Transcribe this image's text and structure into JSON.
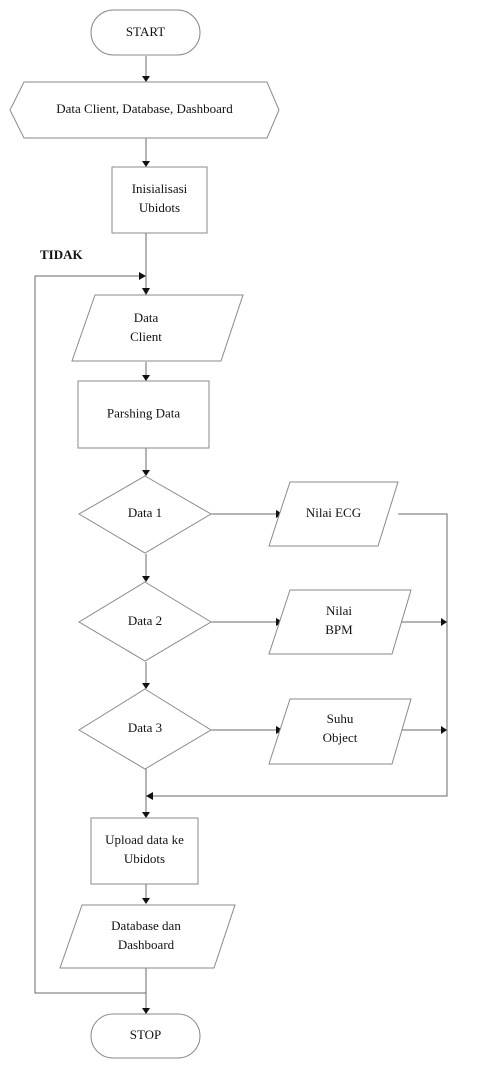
{
  "nodes": {
    "start": "START",
    "init_data": "Data Client, Database, Dashboard",
    "ubidots_init": [
      "Inisialisasi",
      "Ubidots"
    ],
    "data_client": [
      "Data",
      "Client"
    ],
    "parsing": "Parshing Data",
    "data1": "Data 1",
    "data2": "Data 2",
    "data3": "Data 3",
    "out_ecg": "Nilai ECG",
    "out_bpm": [
      "Nilai",
      "BPM"
    ],
    "out_suhu": [
      "Suhu",
      "Object"
    ],
    "upload": [
      "Upload data ke",
      "Ubidots"
    ],
    "db_dash": [
      "Database dan",
      "Dashboard"
    ],
    "stop": "STOP"
  },
  "edge_labels": {
    "loop_back": "TIDAK"
  }
}
